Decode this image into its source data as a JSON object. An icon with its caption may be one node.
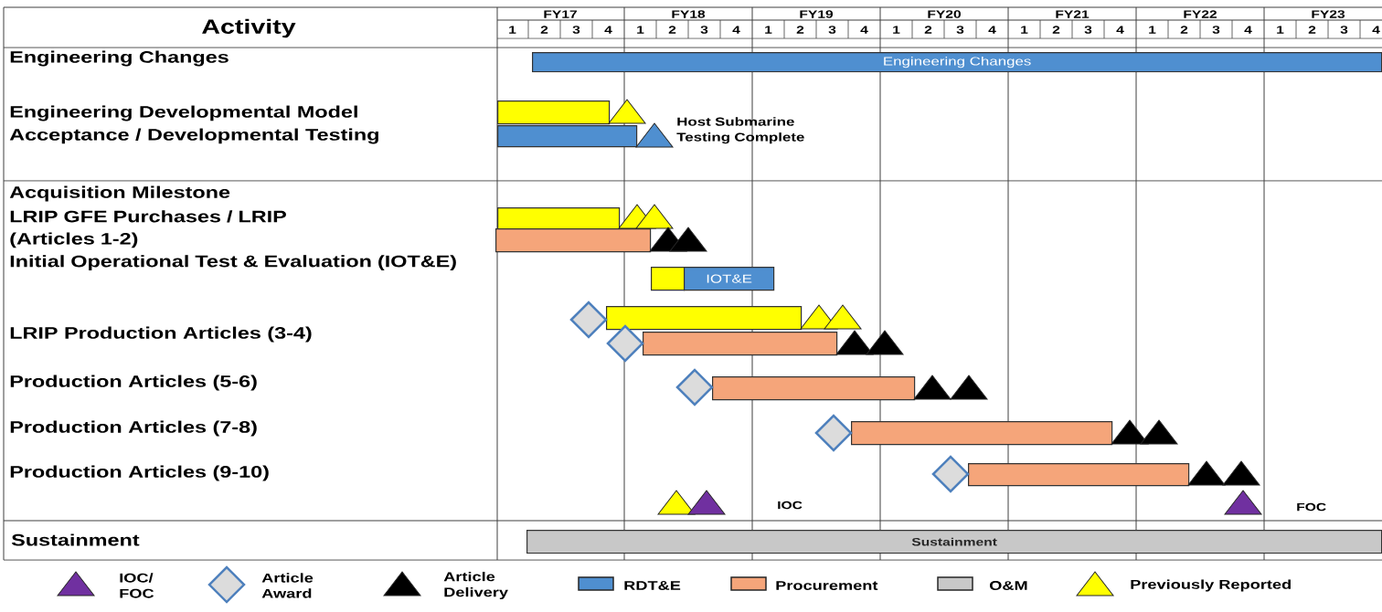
{
  "diagram": {
    "nodes": [
      {
        "text": [
          "Engineering Changes"
        ]
      },
      {
        "text": [],
        "shape": "bar"
      },
      {
        "text": [],
        "shape": "bar"
      },
      {
        "text": [],
        "shape": "bar"
      },
      {
        "text": [],
        "shape": "bar"
      },
      {
        "text": [],
        "shape": "bar"
      },
      {
        "text": [
          "IOT&E"
        ]
      },
      {
        "text": [],
        "shape": "bar"
      },
      {
        "text": [],
        "shape": "bar"
      },
      {
        "text": [],
        "shape": "bar"
      },
      {
        "text": [],
        "shape": "bar"
      },
      {
        "text": [],
        "shape": "bar"
      },
      {
        "text": [
          "Sustainment"
        ]
      }
    ],
    "labels": [
      "Activity",
      "FY17",
      "FY18",
      "FY19",
      "FY20",
      "FY21",
      "FY22",
      "FY23",
      "1",
      "2",
      "3",
      "4",
      "1",
      "2",
      "3",
      "4",
      "1",
      "2",
      "3",
      "4",
      "1",
      "2",
      "3",
      "4",
      "1",
      "2",
      "3",
      "4",
      "1",
      "2",
      "3",
      "4",
      "1",
      "2",
      "3",
      "4",
      "Engineering Changes",
      "Engineering Developmental Model",
      "Host Submarine Testing Complete",
      "Acceptance / Developmental Testing",
      "Acquisition Milestone",
      "LRIP GFE Purchases / LRIP (Articles 1-2)",
      "Initial Operational Test & Evaluation (IOT&E)",
      "LRIP Production Articles (3-4)",
      "Production Articles (5-6)",
      "Production Articles (7-8)",
      "Production Articles (9-10)",
      "IOC",
      "FOC",
      "Sustainment"
    ],
    "legend": [
      {
        "text": "IOC/ FOC"
      },
      {
        "text": "Article Award"
      },
      {
        "text": "Article Delivery"
      },
      {
        "text": "RDT&E",
        "color": "#4f8fd0"
      },
      {
        "text": "Procurement",
        "color": "#f5a57a"
      },
      {
        "text": "O&M",
        "color": "#c8c8c8"
      },
      {
        "text": "Previously Reported"
      }
    ]
  }
}
